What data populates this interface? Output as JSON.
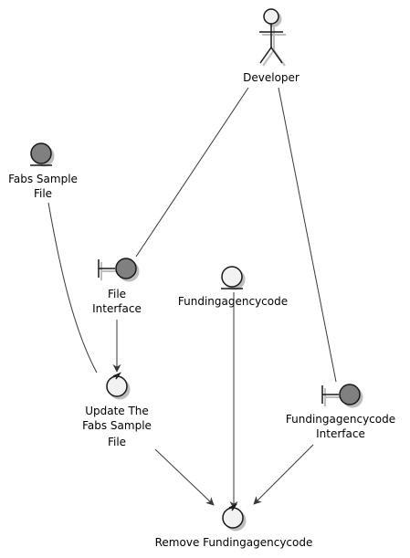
{
  "colors": {
    "entity_fill": "#808080",
    "boundary_fill": "#808080",
    "entity_light_fill": "#f2f2f2",
    "control_fill": "#f2f2f2",
    "stroke": "#181818",
    "edge": "#383838"
  },
  "diagram": {
    "actor_developer": {
      "label": "Developer",
      "icon": "actor-stick-figure"
    },
    "entity_fabs_sample_file": {
      "label_lines": [
        "Fabs Sample",
        "File"
      ],
      "icon": "entity-circle"
    },
    "boundary_file_interface": {
      "label_lines": [
        "File",
        "Interface"
      ],
      "icon": "boundary-circle"
    },
    "entity_fundingagencycode": {
      "label": "Fundingagencycode",
      "icon": "entity-circle"
    },
    "boundary_fundingagencycode_interface": {
      "label_lines": [
        "Fundingagencycode",
        "Interface"
      ],
      "icon": "boundary-circle"
    },
    "control_update_fabs": {
      "label_lines": [
        "Update The",
        "Fabs Sample",
        "File"
      ],
      "icon": "control-circle"
    },
    "control_remove_fundingagencycode": {
      "label": "Remove Fundingagencycode",
      "icon": "control-circle"
    }
  }
}
